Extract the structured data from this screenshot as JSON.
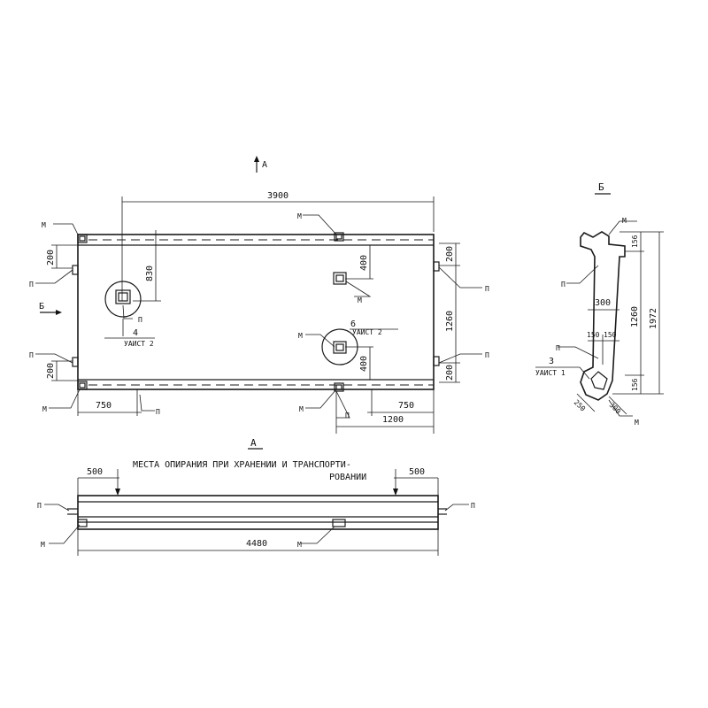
{
  "plan": {
    "section_mark": "А",
    "section_b": "Б",
    "dims": {
      "overall": "3900",
      "d830": "830",
      "d400_top": "400",
      "d400_bottom": "400",
      "d1260": "1260",
      "d200_lt": "200",
      "d200_lb": "200",
      "d200_rt": "200",
      "d200_rb": "200",
      "d750_left": "750",
      "d750_right": "750",
      "d1200": "1200"
    },
    "labels": {
      "m": "М",
      "p": "П",
      "node4": "4",
      "node6": "6",
      "sheet2_a": "УАИСТ 2",
      "sheet2_b": "УАИСТ 2"
    }
  },
  "elevation": {
    "title": "А",
    "note_line1": "МЕСТА ОПИРАНИЯ ПРИ ХРАНЕНИИ И ТРАНСПОРТИ-",
    "note_line2": "РОВАНИИ",
    "dims": {
      "left500": "500",
      "right500": "500",
      "overall": "4480"
    },
    "labels": {
      "p": "П",
      "m": "М"
    }
  },
  "section": {
    "title": "Б",
    "dims": {
      "d156_top": "156",
      "d156_bottom": "156",
      "d1260": "1260",
      "d1972": "1972",
      "d300": "300",
      "d150a": "150",
      "d150b": "150",
      "d250": "250",
      "d300b": "300"
    },
    "labels": {
      "m": "М",
      "p": "П",
      "node3": "3",
      "sheet1": "УАИСТ 1"
    }
  }
}
